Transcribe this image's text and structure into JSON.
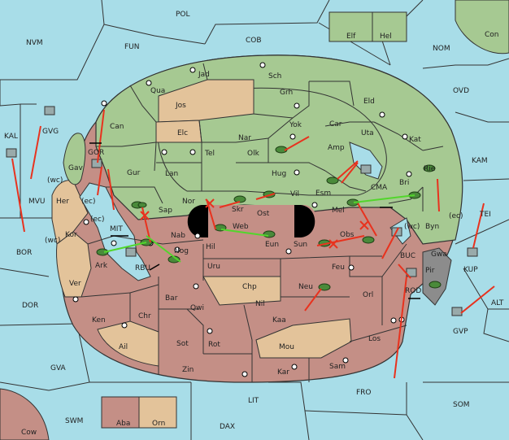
{
  "colors": {
    "sea": "#a8dde8",
    "green": "#a6c992",
    "red": "#c48f86",
    "tan": "#e3c39a",
    "gray": "#8c8c8c",
    "arrow": "#e8321e",
    "support": "#52d62c"
  },
  "sea_labels": {
    "POL": "POL",
    "NVM": "NVM",
    "FUN": "FUN",
    "COB": "COB",
    "NOM": "NOM",
    "Con": "Con",
    "OVD": "OVD",
    "KAL": "KAL",
    "KAM": "KAM",
    "MVU": "MVU",
    "BOR": "BOR",
    "TEI": "TEI",
    "KUP": "KUP",
    "ALT": "ALT",
    "DOR": "DOR",
    "GVP": "GVP",
    "GVA": "GVA",
    "FRO": "FRO",
    "SOM": "SOM",
    "LIT": "LIT",
    "SWM": "SWM",
    "DAX": "DAX",
    "Cow": "Cow",
    "GVG": "GVG",
    "GOR": "GOR",
    "BUC": "BUC",
    "ROD": "ROD",
    "MIT": "MIT",
    "RBU": "RBU",
    "CMA": "CMA"
  },
  "land_labels": {
    "Jad": "Jad",
    "Sch": "Sch",
    "Qua": "Qua",
    "Jos": "Jos",
    "Grh": "Grh",
    "Eld": "Eld",
    "Can": "Can",
    "Elc": "Elc",
    "Yok": "Yok",
    "Car": "Car",
    "Nar": "Nar",
    "Uta": "Uta",
    "Kat": "Kat",
    "Tel": "Tel",
    "Olk": "Olk",
    "Amp": "Amp",
    "Gur": "Gur",
    "Lan": "Lan",
    "Hug": "Hug",
    "Rie": "Rie",
    "Esm": "Esm",
    "Bri": "Bri",
    "Vil": "Vil",
    "Nor": "Nor",
    "Skr": "Skr",
    "Sap": "Sap",
    "Ost": "Ost",
    "Mel": "Mel",
    "Web": "Web",
    "Byn": "Byn",
    "Her": "Her",
    "Gav": "Gav",
    "Kor": "Kor",
    "Nab": "Nab",
    "Eun": "Eun",
    "Sun": "Sun",
    "Obs": "Obs",
    "Hil": "Hil",
    "Gwa": "Gwa",
    "Ark": "Ark",
    "Nog": "Nog",
    "Uru": "Uru",
    "Feu": "Feu",
    "Pir": "Pir",
    "Ver": "Ver",
    "Chp": "Chp",
    "Neu": "Neu",
    "Orl": "Orl",
    "Bar": "Bar",
    "Qwi": "Qwi",
    "Nil": "Nil",
    "Ken": "Ken",
    "Chr": "Chr",
    "Kaa": "Kaa",
    "Ail": "Ail",
    "Sot": "Sot",
    "Rot": "Rot",
    "Mou": "Mou",
    "Los": "Los",
    "Zin": "Zin",
    "Kar": "Kar",
    "Sam": "Sam",
    "Elf": "Elf",
    "Hel": "Hel",
    "Aba": "Aba",
    "Orn": "Orn"
  },
  "coast_tags": {
    "wc1": "(wc)",
    "ec1": "(ec)",
    "ec2": "(ec)",
    "wc2": "(wc)",
    "wc3": "(wc)",
    "ec3": "(ec)"
  }
}
